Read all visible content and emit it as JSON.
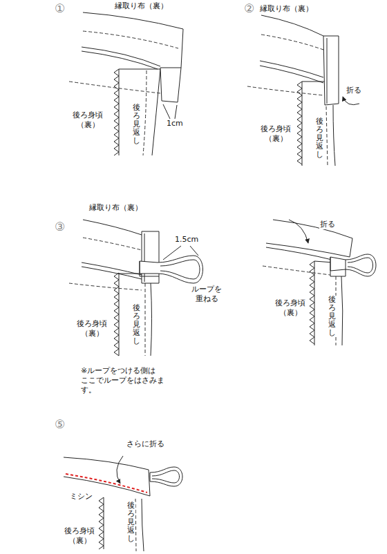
{
  "diagram": {
    "labels": [
      "①",
      "縁取り布（裏）",
      "1cm",
      "後ろ身頃 （裏）",
      "後ろ見返し",
      "②",
      "縁取り布（裏）",
      "折る",
      "後ろ身頃 （裏）",
      "後ろ見返し",
      "③",
      "縁取り布（裏）",
      "1.5cm",
      "ループを 重ねる",
      "後ろ身頃 （裏）",
      "後ろ見返し",
      "※ループをつける側は ここでループをはさみます。",
      "折る",
      "後ろ身頃 （裏）",
      "後ろ見返し",
      "⑤",
      "さらに折る",
      "ミシン",
      "後ろ身頃 （裏）",
      "後ろ見返し"
    ]
  }
}
